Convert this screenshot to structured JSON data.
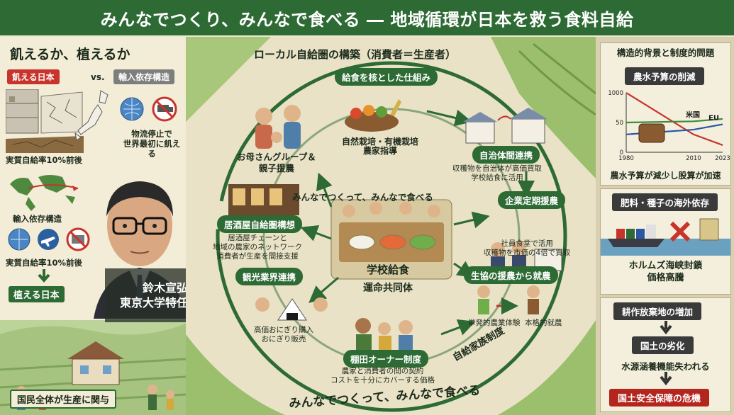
{
  "header": {
    "title": "みんなでつくり、みんなで食べる ― 地域循環が日本を救う食料自給"
  },
  "left": {
    "title": "飢えるか、植えるか",
    "tag_starve": "飢える日本",
    "vs": "vs.",
    "tag_import": "輸入依存構造",
    "logistics_note": "物流停止で\n世界最初に飢える",
    "ratio1": "実質自給率10%前後",
    "import_structure": "輸入依存構造",
    "ratio2": "実質自給率10%前後",
    "tag_plant": "植える日本",
    "person_name": "鈴木宣弘",
    "person_title": "東京大学特任教授",
    "bottom": "国民全体が生産に関与"
  },
  "center": {
    "title": "ローカル自給圏の構築（消費者＝生産者）",
    "school_lunch_frame": "給食を核とした仕組み",
    "organic_note": "自然栽培・有機栽培\n農家指導",
    "mothers": "お母さんグループ＆\n親子援農",
    "municipal": "自治体間連携",
    "municipal_note": "収穫物を自治体が高価買取\n学校給食に活用",
    "slogan_inner": "みんなでつくって、みんなで食べる",
    "izakaya": "居酒屋自給圏構想",
    "izakaya_note": "居酒屋チェーンと\n地域の農家のネットワーク\n消費者が生産を間接支援",
    "corporate": "企業定期援農",
    "corporate_note": "社員食堂で活用\n収穫物を市価の4倍で買取",
    "school_lunch": "学校給食",
    "shared_fate": "運命共同体",
    "tourism": "観光業界連携",
    "tourism_note": "高価おにぎり購入\nおにぎり販売",
    "coop": "生協の援農から就農",
    "coop_note1": "単発的農業体験",
    "coop_note2": "本格的就農",
    "terrace": "棚田オーナー制度",
    "terrace_note": "農家と消費者の間の契約\nコストを十分にカバーする価格",
    "family_system": "自給家族制度",
    "slogan_bottom": "みんなでつくって、みんなで食べる"
  },
  "right": {
    "title": "構造的背景と制度的問題",
    "budget_head": "農水予算の削減",
    "budget_caption": "農水予算が減少し股算が加速",
    "fert_head": "肥料・種子の海外依存",
    "fert_caption": "ホルムズ海峡封鎖\n価格高騰",
    "abandon_head": "耕作放棄地の増加",
    "land_decline": "国土の劣化",
    "water_loss": "水源涵養機能失われる",
    "security": "国土安全保障の危機"
  },
  "chart_data": {
    "type": "line",
    "x": [
      1980,
      2010,
      2023
    ],
    "xticks": [
      "1980",
      "2010",
      "2023"
    ],
    "yticks": [
      "1000",
      "50",
      "0"
    ],
    "series": [
      {
        "name": "米国",
        "values": [
          null,
          null,
          null
        ]
      },
      {
        "name": "EU",
        "values": [
          null,
          null,
          null
        ]
      }
    ],
    "line_japan_relative": [
      1000,
      300,
      120
    ],
    "line_us_relative": [
      500,
      520,
      560
    ],
    "line_eu_relative": [
      300,
      380,
      470
    ],
    "colors": {
      "red": "#c8332b",
      "blue": "#2956a6",
      "green": "#3f8a3a"
    }
  },
  "colors": {
    "brand": "#2d6a34",
    "alert": "#b3261e"
  }
}
